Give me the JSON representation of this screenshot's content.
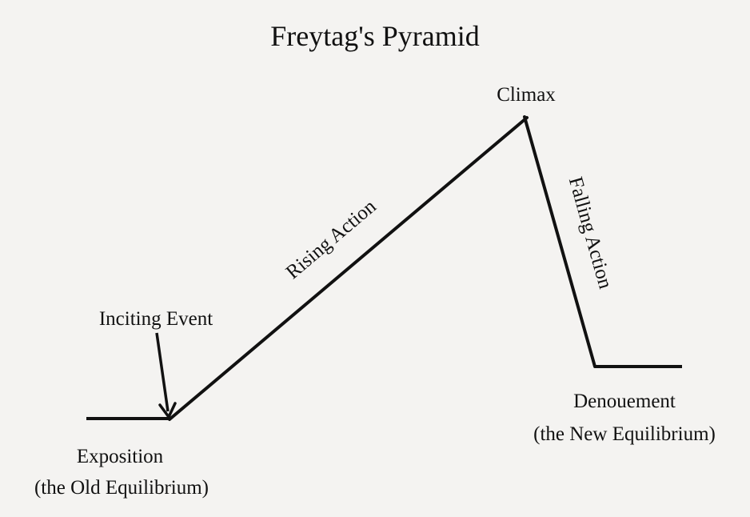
{
  "diagram": {
    "title": "Freytag's Pyramid",
    "labels": {
      "climax": "Climax",
      "rising_action": "Rising Action",
      "falling_action": "Falling Action",
      "inciting_event": "Inciting Event",
      "exposition": "Exposition",
      "exposition_note": "(the Old Equilibrium)",
      "denouement": "Denouement",
      "denouement_note": "(the New Equilibrium)"
    },
    "colors": {
      "background": "#f4f3f1",
      "ink": "#111111"
    }
  }
}
